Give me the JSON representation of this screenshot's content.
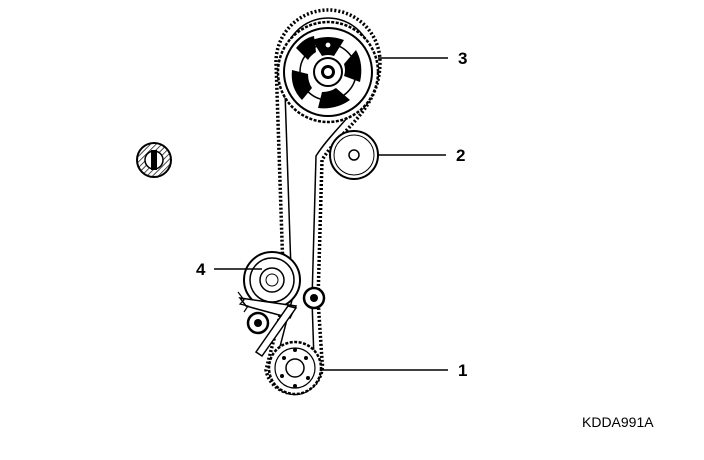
{
  "callouts": {
    "c1": "1",
    "c2": "2",
    "c3": "3",
    "c4": "4"
  },
  "figure_code": "KDDA991A",
  "colors": {
    "ink": "#000000",
    "paper": "#ffffff"
  }
}
